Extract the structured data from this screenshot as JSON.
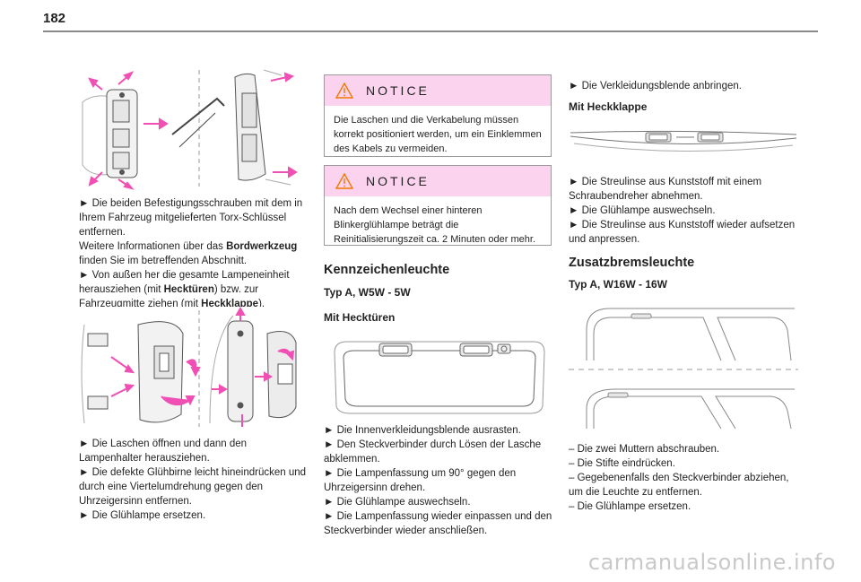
{
  "page_number": "182",
  "left": {
    "paragraphs1": [
      "► Die beiden Befestigungsschrauben mit dem in Ihrem Fahrzeug mitgelieferten Torx-Schlüssel entfernen.",
      "Weitere Informationen über das",
      "Bordwerkzeug",
      "finden Sie im betreffenden Abschnitt.",
      "► Von außen her die gesamte Lampeneinheit herausziehen (mit",
      "Hecktüren",
      ") bzw. zur Fahrzeugmitte ziehen (mit",
      "Heckklappe",
      ")."
    ],
    "steps2": [
      "► Die Laschen öffnen und dann den Lampenhalter herausziehen.",
      "► Die defekte Glühbirne leicht hineindrücken und durch eine Viertelumdrehung gegen den Uhrzeigersinn entfernen.",
      "► Die Glühlampe ersetzen."
    ]
  },
  "middle": {
    "notice1": {
      "title": "NOTICE",
      "body": "Die Laschen und die Verkabelung müssen korrekt positioniert werden, um ein Einklemmen des Kabels zu vermeiden."
    },
    "notice2": {
      "title": "NOTICE",
      "body": "Nach dem Wechsel einer hinteren Blinkerglühlampe beträgt die Reinitialisierungszeit ca. 2 Minuten oder mehr."
    },
    "heading": "Kennzeichenleuchte",
    "subheading": "Typ A, W5W - 5W",
    "subsubheading": "Mit Hecktüren",
    "steps": [
      "► Die Innenverkleidungsblende ausrasten.",
      "► Den Steckverbinder durch Lösen der Lasche abklemmen.",
      "► Die Lampenfassung um 90° gegen den Uhrzeigersinn drehen.",
      "► Die Glühlampe auswechseln.",
      "► Die Lampenfassung wieder einpassen und den Steckverbinder wieder anschließen."
    ]
  },
  "right": {
    "step_top": "► Die Verkleidungsblende anbringen.",
    "subheading": "Mit Heckklappe",
    "steps": [
      "► Die Streulinse aus Kunststoff mit einem Schraubendreher abnehmen.",
      "► Die Glühlampe auswechseln.",
      "► Die Streulinse aus Kunststoff wieder aufsetzen und anpressen."
    ],
    "heading": "Zusatzbremsleuchte",
    "subheading2": "Typ A, W16W - 16W",
    "steps2": [
      "– Die zwei Muttern abschrauben.",
      "– Die Stifte eindrücken.",
      "– Gegebenenfalls den Steckverbinder abziehen, um die Leuchte zu entfernen.",
      "– Die Glühlampe ersetzen."
    ]
  },
  "watermark": "carmanualsonline.info",
  "colors": {
    "accent": "#f04fb4",
    "notice_bg": "#fbd3ee",
    "warning_icon": "#f07a00",
    "line_art": "#5a5a5a"
  }
}
